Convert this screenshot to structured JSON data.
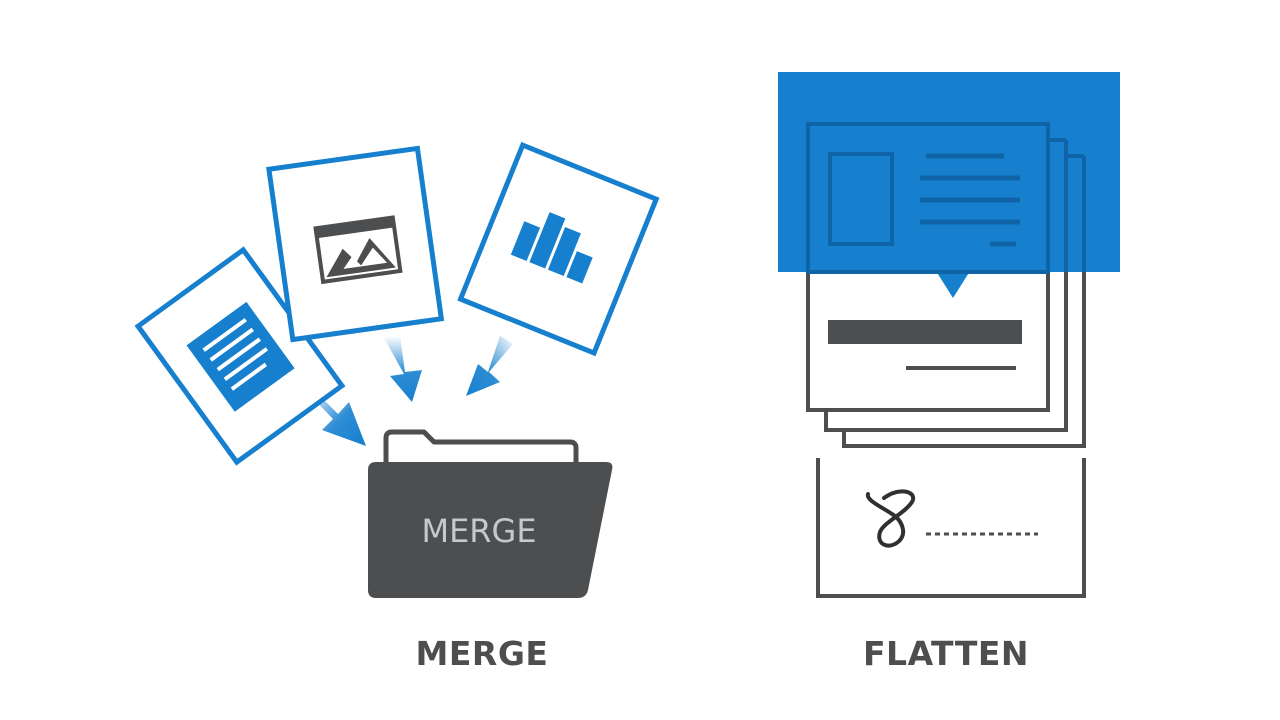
{
  "colors": {
    "accent": "#1680cf",
    "dark": "#4d4e50",
    "folder_text": "#c6c8ca",
    "paper": "#ffffff"
  },
  "merge": {
    "caption": "MERGE",
    "folder_label": "MERGE",
    "icons": [
      "text-document-icon",
      "image-document-icon",
      "bar-chart-document-icon",
      "folder-icon",
      "arrow-down-icon"
    ]
  },
  "flatten": {
    "caption": "FLATTEN",
    "icons": [
      "stacked-pages-icon",
      "signature-icon"
    ]
  }
}
